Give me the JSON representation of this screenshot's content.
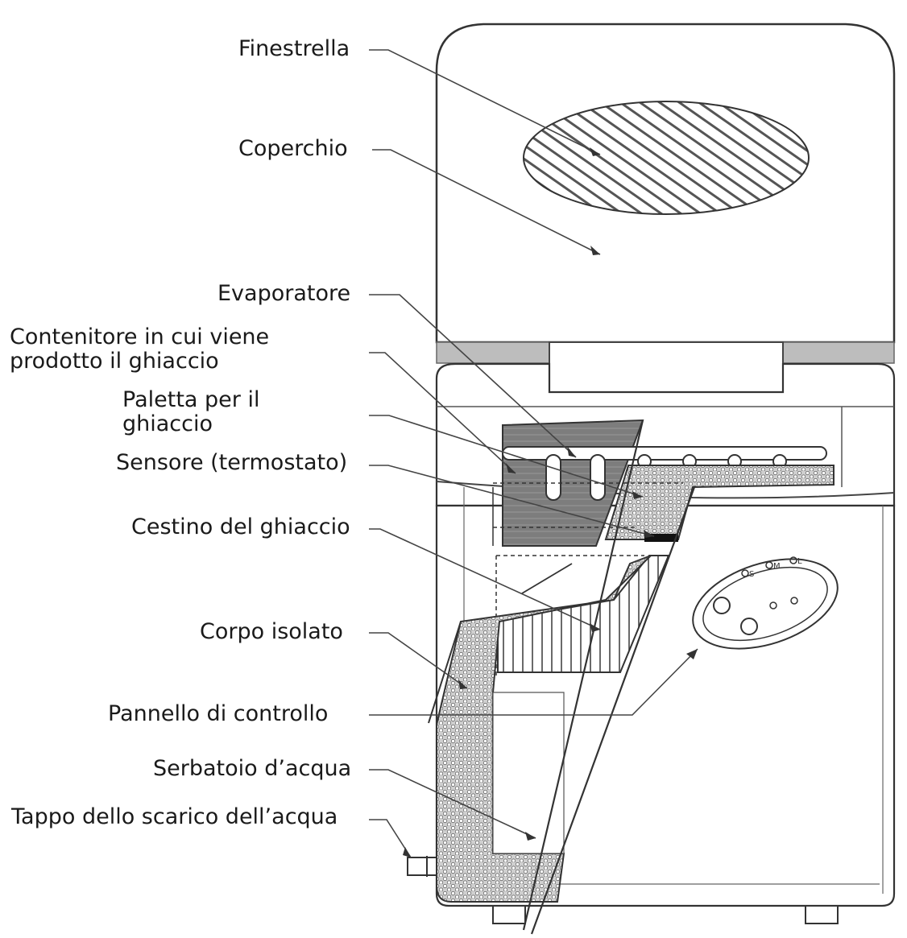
{
  "labels": {
    "finestrella": "Finestrella",
    "coperchio": "Coperchio",
    "evaporatore": "Evaporatore",
    "contenitore_line1": "Contenitore in cui viene",
    "contenitore_line2": "prodotto il ghiaccio",
    "paletta_line1": "Paletta per il",
    "paletta_line2": "ghiaccio",
    "sensore": "Sensore (termostato)",
    "cestino": "Cestino del ghiaccio",
    "corpo": "Corpo isolato",
    "pannello": "Pannello di controllo",
    "serbatoio": "Serbatoio d’acqua",
    "tappo": "Tappo dello scarico dell’acqua"
  },
  "control_panel": {
    "size_s": "S",
    "size_m": "M",
    "size_l": "L"
  }
}
